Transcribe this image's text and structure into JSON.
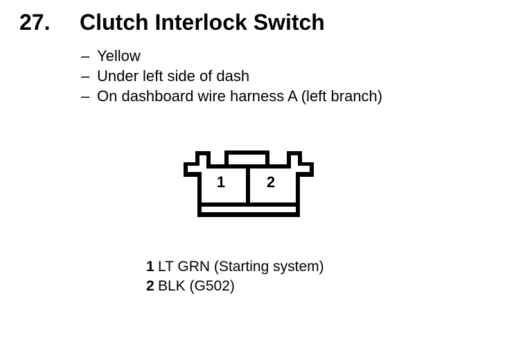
{
  "page": {
    "background_color": "#ffffff",
    "ink_color": "#000000"
  },
  "header": {
    "number": "27.",
    "title": "Clutch Interlock Switch"
  },
  "bullets": {
    "marker": "–",
    "items": [
      "Yellow",
      "Under left side of dash",
      "On dashboard wire harness A (left branch)"
    ]
  },
  "connector": {
    "description": "2-pin connector, front view",
    "outline_color": "#000000",
    "pins": [
      {
        "number": "1"
      },
      {
        "number": "2"
      }
    ]
  },
  "legend": {
    "rows": [
      {
        "pin": "1",
        "label": "LT GRN (Starting system)"
      },
      {
        "pin": "2",
        "label": "BLK (G502)"
      }
    ]
  }
}
